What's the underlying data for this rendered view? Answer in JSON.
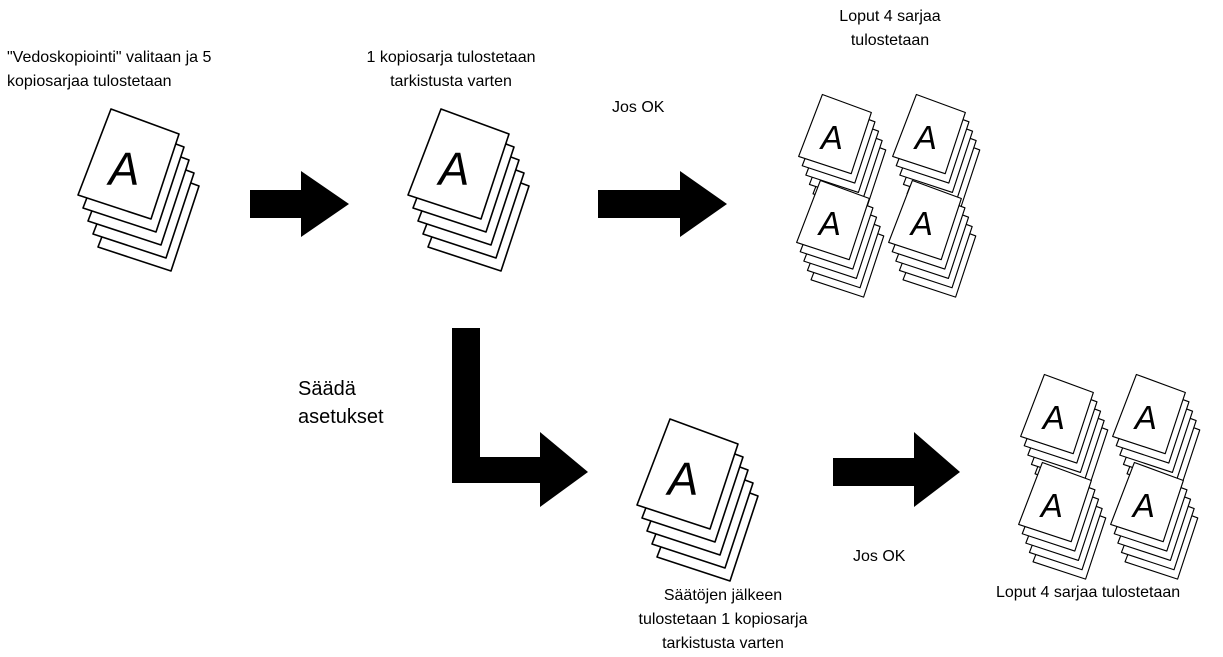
{
  "page_mark": "A",
  "labels": {
    "step1": [
      "\"Vedoskopiointi\" valitaan ja 5",
      "kopiosarjaa tulostetaan"
    ],
    "step2": [
      "1 kopiosarja tulostetaan",
      "tarkistusta varten"
    ],
    "jos_ok_top": "Jos OK",
    "step3": [
      "Loput 4 sarjaa",
      "tulostetaan"
    ],
    "adjust": [
      "Säädä",
      "asetukset"
    ],
    "step4": [
      "Säätöjen jälkeen",
      "tulostetaan 1 kopiosarja",
      "tarkistusta varten"
    ],
    "jos_ok_bottom": "Jos OK",
    "step5": "Loput 4 sarjaa tulostetaan"
  }
}
